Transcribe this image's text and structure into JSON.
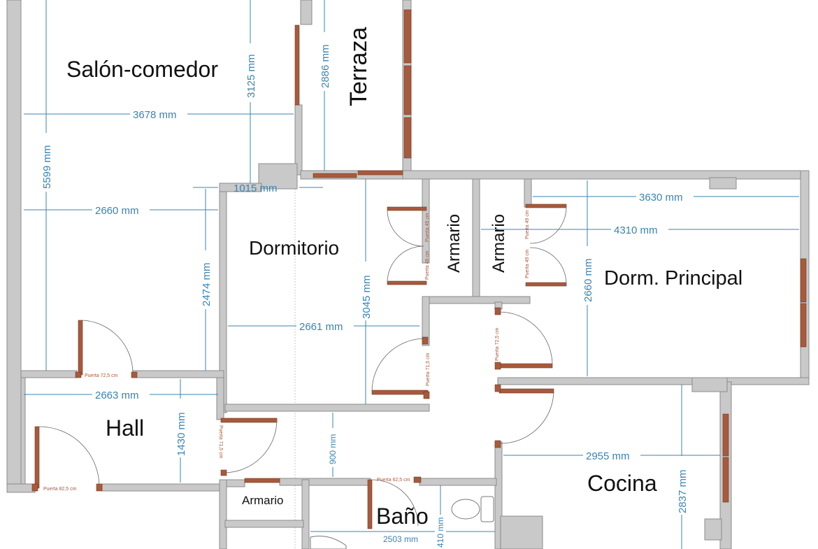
{
  "rooms": {
    "salon": "Salón-comedor",
    "terraza": "Terraza",
    "dormitorio": "Dormitorio",
    "armario1": "Armario",
    "armario2": "Armario",
    "armario3": "Armario",
    "dorm_principal": "Dorm. Principal",
    "hall": "Hall",
    "bano": "Baño",
    "cocina": "Cocina"
  },
  "dimensions": {
    "d3678": "3678 mm",
    "d3125": "3125 mm",
    "d2886": "2886 mm",
    "d5599": "5599 mm",
    "d1015": "1015 mm",
    "d2660a": "2660 mm",
    "d2474": "2474 mm",
    "d3045": "3045 mm",
    "d2661": "2661 mm",
    "d3630": "3630 mm",
    "d4310": "4310 mm",
    "d2660b": "2660 mm",
    "d2663": "2663 mm",
    "d1430": "1430 mm",
    "d900": "900 mm",
    "d2955": "2955 mm",
    "d2837": "2837 mm",
    "d2503": "2503 mm",
    "d410": "410 mm"
  },
  "doors": {
    "p725_salon": "Puerta 72,5 cm",
    "p825_hall": "Puerta 82,5 cm",
    "p715_hall": "Puerta 71,5 cm",
    "p715_dorm": "Puerta 71,5 cm",
    "p725_corr": "Puerta 72,5 cm",
    "p625_bano": "Puerta 62,5 cm",
    "p49_a": "Puerta 49 cm",
    "p49_b": "Puerta 49 cm",
    "p49_c": "Puerta 49 cm",
    "p49_d": "Puerta 49 cm"
  }
}
